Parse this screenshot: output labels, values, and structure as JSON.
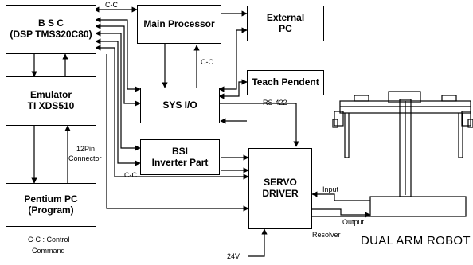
{
  "blocks": {
    "bsc": [
      "B S C",
      "(DSP TMS320C80)"
    ],
    "main_processor": [
      "Main Processor"
    ],
    "external_pc": [
      "External",
      "PC"
    ],
    "emulator": [
      "Emulator",
      "TI XDS510"
    ],
    "sys_io": [
      "SYS I/O"
    ],
    "teach_pendent": [
      "Teach Pendent"
    ],
    "bsi": [
      "BSI",
      "Inverter Part"
    ],
    "servo_driver": [
      "SERVO",
      "DRIVER"
    ],
    "pentium_pc": [
      "Pentium PC",
      "(Program)"
    ]
  },
  "labels": {
    "cc_top": "C-C",
    "cc_mid": "C-C",
    "cc_bsi": "C-C",
    "rs422": "RS-422",
    "pin12": "12Pin",
    "connector": "Connector",
    "input": "Input",
    "output": "Output",
    "resolver": "Resolver",
    "v24": "24V"
  },
  "legend": [
    "C-C : Control",
    "Command"
  ],
  "robot_title": "DUAL ARM ROBOT",
  "colors": {
    "line": "#000000",
    "background": "#ffffff"
  }
}
